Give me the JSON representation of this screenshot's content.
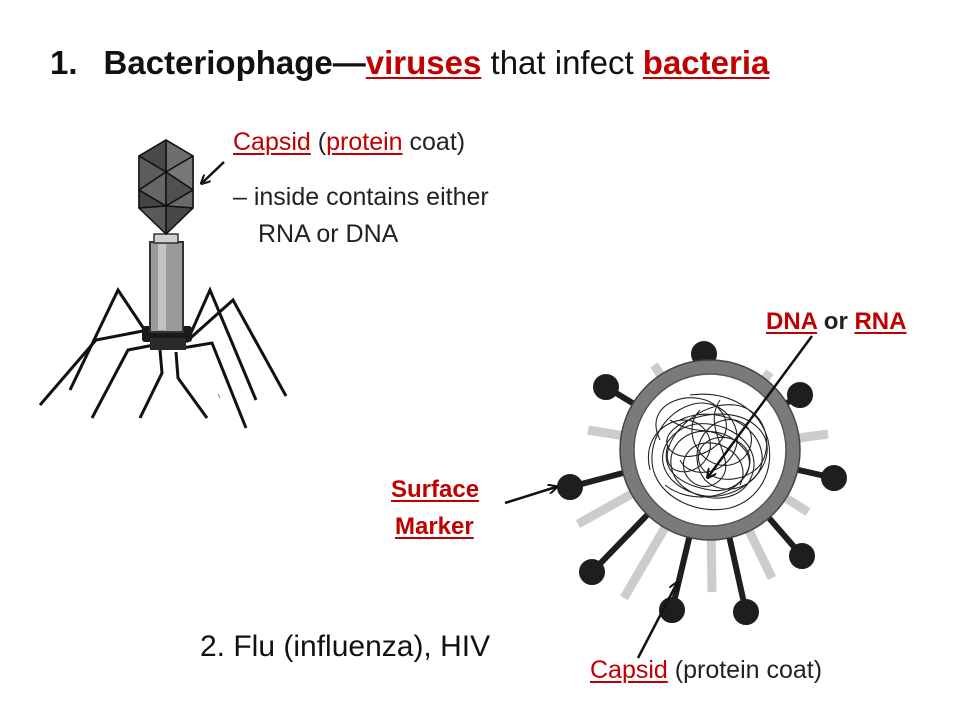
{
  "title": {
    "number": "1.",
    "word": "Bacteriophage",
    "dash": "—",
    "viruses": "viruses",
    "middle": " that infect ",
    "bacteria": "bacteria"
  },
  "phage": {
    "capsid": "Capsid",
    "open_paren": " (",
    "protein": "protein",
    "coat": " coat)",
    "inside_line1": "– inside contains either",
    "inside_line2": "RNA or DNA"
  },
  "virus": {
    "dna": "DNA",
    "or": " or ",
    "rna": "RNA",
    "surface": "Surface",
    "marker": "Marker",
    "capsid": "Capsid",
    "capsid_rest": " (protein coat)"
  },
  "second_item": "2. Flu (influenza), HIV",
  "colors": {
    "accent": "#c00000",
    "text": "#222222"
  }
}
